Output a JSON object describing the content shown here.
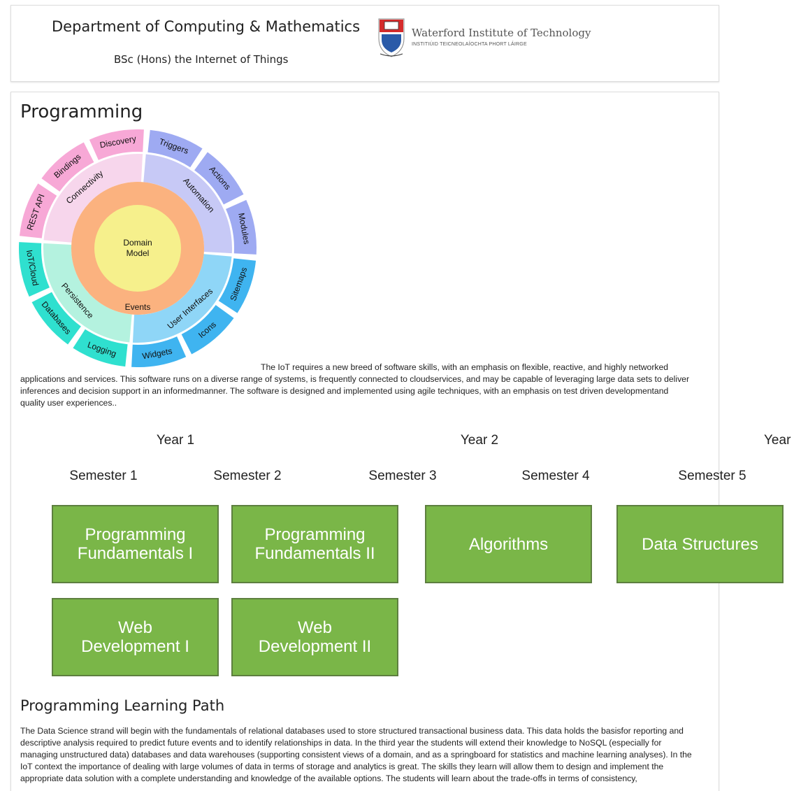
{
  "header": {
    "department": "Department of Computing & Mathematics",
    "programme": "BSc (Hons) the Internet of Things",
    "institute_name": "Waterford Institute of Technology",
    "institute_irish": "INSTITIÚID TEICNEOLAÍOCHTA PHORT LÁIRGE"
  },
  "programming": {
    "title": "Programming",
    "intro": "The IoT requires a new breed of software skills, with an emphasis on flexible, reactive, and highly networked applications and services. This software runs on a diverse range of systems, is frequently connected to cloudservices, and may be capable of leveraging large data sets to deliver inferences and decision support in an informedmanner. The software is designed and implemented using agile techniques, with an emphasis on test driven developmentand quality user experiences..",
    "wheel": {
      "center": "Domain Model",
      "events": "Events",
      "quadrants": [
        {
          "label": "Connectivity",
          "color": "#f7d6ec",
          "tab_color": "#f7a8d6",
          "tabs": [
            "REST API",
            "Bindings",
            "Discovery"
          ]
        },
        {
          "label": "Automation",
          "color": "#c7c9f6",
          "tab_color": "#9eaaf2",
          "tabs": [
            "Triggers",
            "Actions",
            "Modules"
          ]
        },
        {
          "label": "User Interfaces",
          "color": "#8fd6f7",
          "tab_color": "#3fb4f0",
          "tabs": [
            "Sitemaps",
            "Icons",
            "Widgets"
          ]
        },
        {
          "label": "Persistence",
          "color": "#b4f2df",
          "tab_color": "#2fe0cf",
          "tabs": [
            "Logging",
            "Databases",
            "IoT/Cloud"
          ]
        }
      ]
    }
  },
  "timeline": {
    "years": [
      "Year 1",
      "Year 2",
      "Year"
    ],
    "semesters": [
      "Semester 1",
      "Semester 2",
      "Semester 3",
      "Semester 4",
      "Semester 5"
    ],
    "courses": [
      "Programming Fundamentals I",
      "Programming Fundamentals II",
      "Algorithms",
      "Data Structures",
      "Web Development I",
      "Web Development II"
    ]
  },
  "learning_path": {
    "title": "Programming Learning Path",
    "text": "The Data Science strand will begin with the fundamentals of relational databases used to store structured transactional business data. This data holds the basisfor reporting and descriptive analysis required to predict future events and to identify relationships in data. In the third year the students will extend their knowledge to NoSQL (especially for managing unstructured data) databases and data warehouses (supporting consistent views of a domain, and as a springboard for statistics and machine learning analyses). In the IoT context the importance of dealing with large volumes of data in terms of storage and analytics is great. The skills they learn will allow them to design and implement the appropriate data solution with a complete understanding and knowledge of the available options. The students will learn about the trade-offs in terms of consistency,"
  }
}
